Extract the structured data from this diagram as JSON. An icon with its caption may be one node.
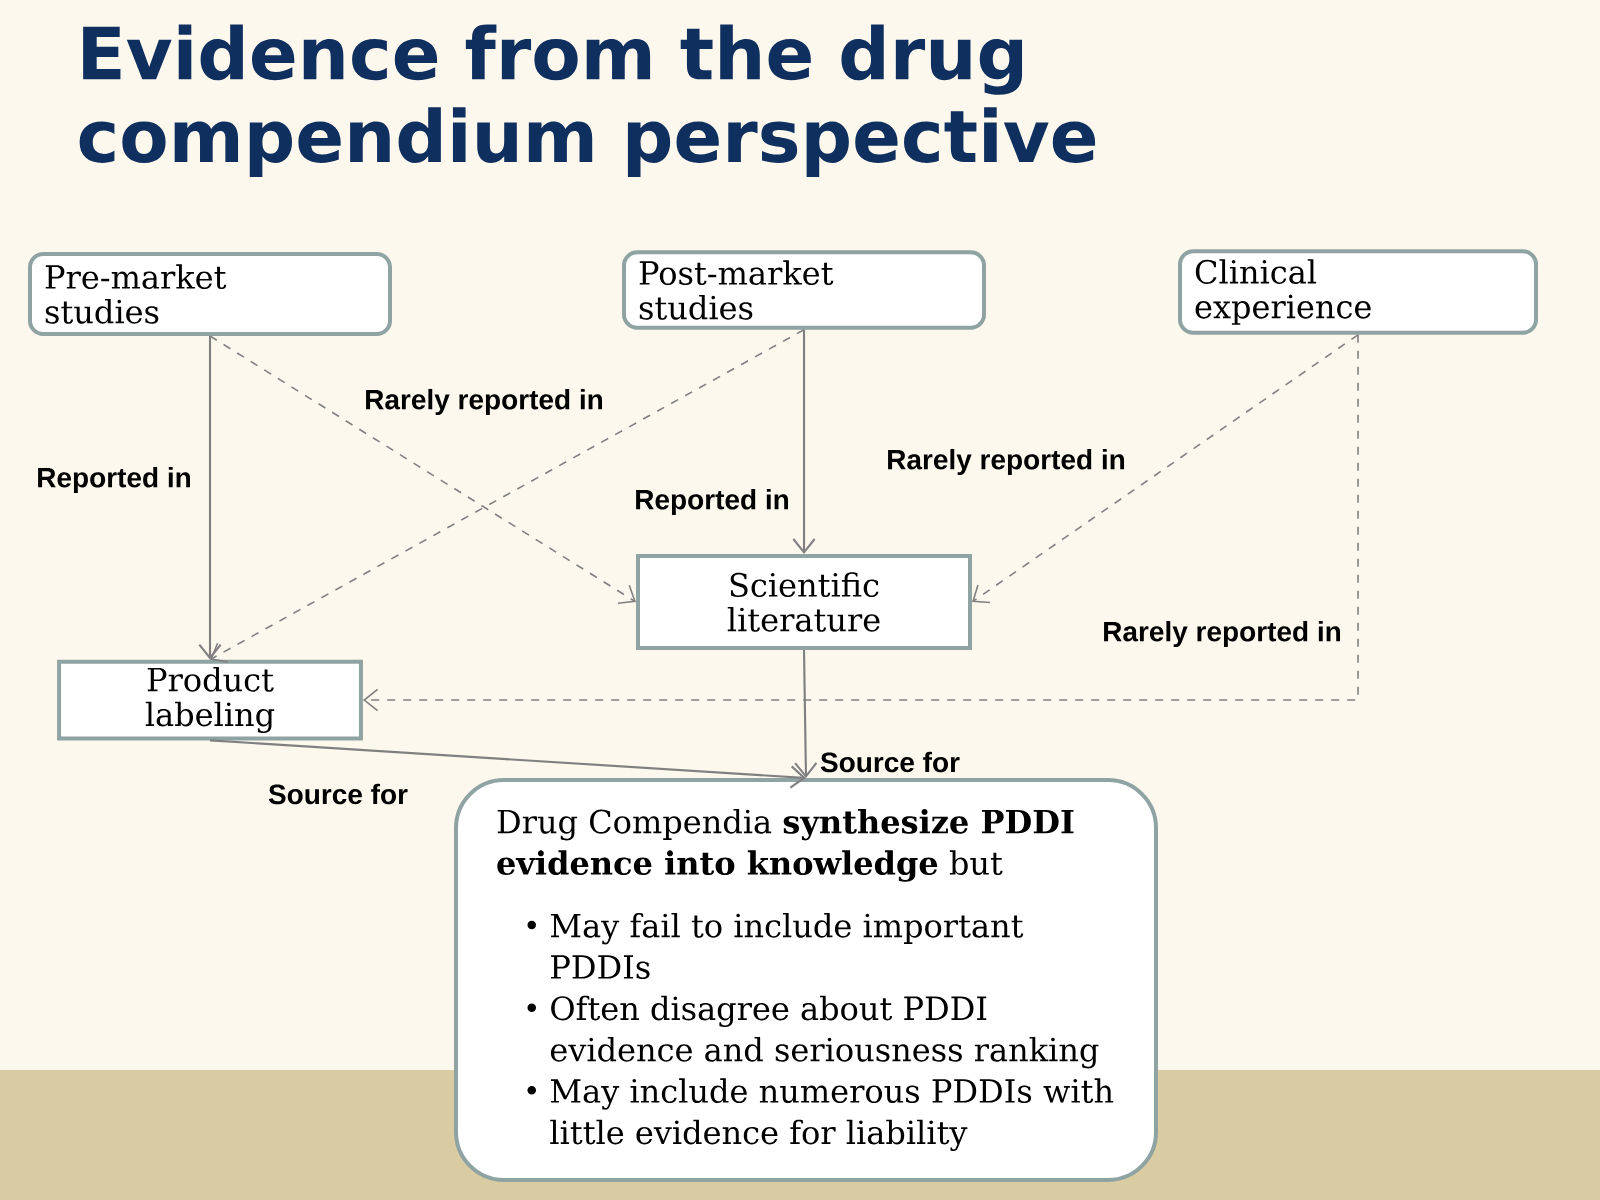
{
  "diagram": {
    "title": "Evidence from the drug compendium perspective",
    "nodes": [
      {
        "text": [
          "Pre-market studies"
        ]
      },
      {
        "text": [
          "Post-market studies"
        ]
      },
      {
        "text": [
          "Clinical experience"
        ]
      },
      {
        "text": [
          "Scientific literature"
        ]
      },
      {
        "text": [
          "Product labeling"
        ]
      },
      {
        "text": [
          "Drug Compendia **synthesize PDDI evidence into knowledge** but",
          "May fail to include important PDDIs",
          "Often disagree about PDDI evidence and seriousness ranking",
          "May include numerous PDDIs with little evidence for liability"
        ]
      }
    ],
    "edges": [
      {
        "from": 0,
        "to": 4,
        "arrow": "to",
        "label": "Reported in"
      },
      {
        "from": 0,
        "to": 3,
        "arrow": "to",
        "style": "dashed",
        "label": "Rarely reported in"
      },
      {
        "from": 1,
        "to": 4,
        "arrow": "to",
        "style": "dashed"
      },
      {
        "from": 1,
        "to": 3,
        "arrow": "to",
        "label": "Reported in"
      },
      {
        "from": 2,
        "to": 3,
        "arrow": "to",
        "style": "dashed",
        "label": "Rarely reported in"
      },
      {
        "from": 2,
        "to": 4,
        "arrow": "to",
        "style": "dashed",
        "label": "Rarely reported in"
      },
      {
        "from": 4,
        "to": 5,
        "arrow": "to",
        "label": "Source for"
      },
      {
        "from": 3,
        "to": 5,
        "arrow": "to",
        "label": "Source for"
      }
    ]
  }
}
